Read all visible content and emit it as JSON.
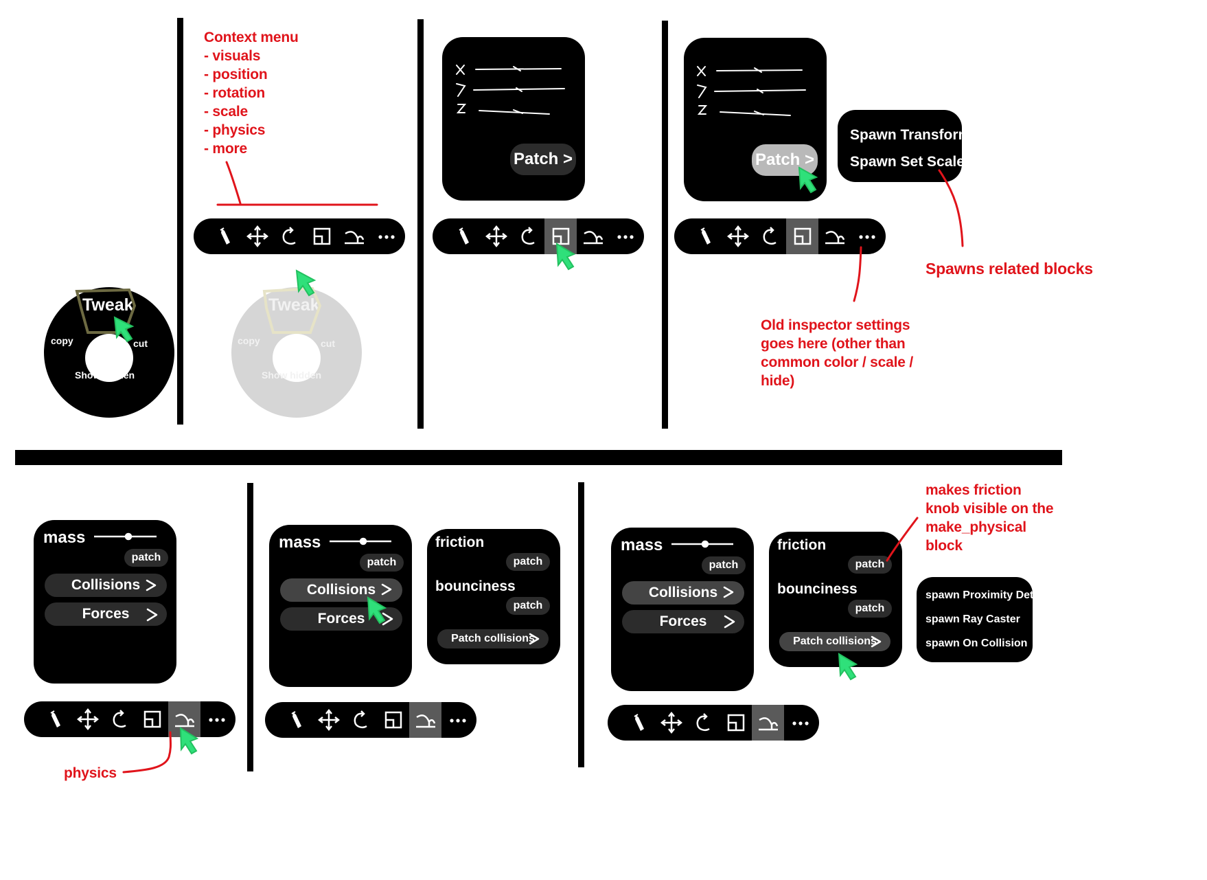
{
  "top_row": {
    "context_menu_note": {
      "title": "Context menu",
      "items": [
        "- visuals",
        "- position",
        "- rotation",
        "- scale",
        "- physics",
        "- more"
      ]
    },
    "radial_menu": {
      "tweak": "Tweak",
      "copy": "copy",
      "cut": "cut",
      "show_hidden": "Show hidden"
    },
    "scale_panel": {
      "axes": [
        "x",
        "y",
        "z"
      ],
      "patch_label": "Patch >"
    },
    "spawn_menu": {
      "items": [
        "Spawn Transform",
        "Spawn Set Scale"
      ]
    },
    "notes": {
      "old_inspector": [
        "Old inspector settings",
        "goes here (other than",
        "common color / scale /",
        "hide)"
      ],
      "spawns_related": "Spawns related blocks"
    }
  },
  "bottom_row": {
    "physics_panel": {
      "mass": "mass",
      "patch": "patch",
      "collisions": "Collisions",
      "forces": "Forces"
    },
    "collisions_panel": {
      "friction": "friction",
      "bounciness": "bounciness",
      "patch": "patch",
      "patch_collisions": "Patch collisions"
    },
    "spawn_menu": {
      "items": [
        "spawn Proximity Detec",
        "spawn Ray Caster",
        "spawn On Collision"
      ]
    },
    "notes": {
      "physics": "physics",
      "friction_knob": [
        "makes friction",
        "knob visible on the",
        "make_physical",
        "block"
      ]
    }
  },
  "toolbar": {
    "buttons": [
      "brush-icon",
      "move-icon",
      "rotate-icon",
      "scale-icon",
      "physics-icon",
      "more-icon"
    ]
  },
  "colors": {
    "annotation": "#e0141b",
    "cursor": "#2fe07a",
    "panel": "#000000",
    "highlight": "#5a5a5a"
  }
}
